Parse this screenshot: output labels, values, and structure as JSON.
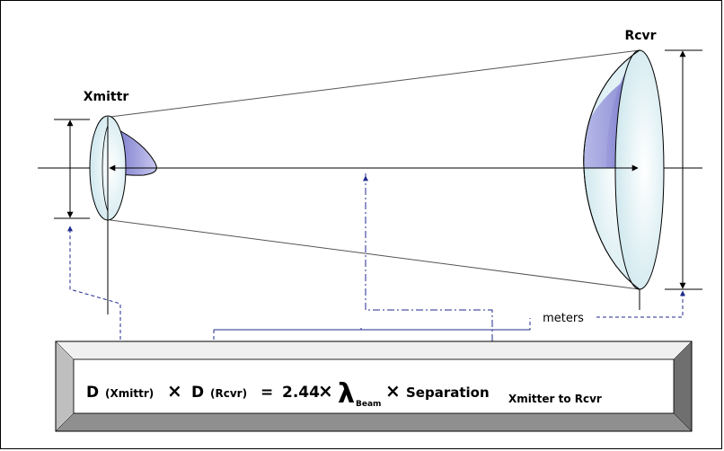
{
  "labels": {
    "transmitter": "Xmittr",
    "receiver": "Rcvr",
    "meters": "meters"
  },
  "formula": {
    "d1": "D",
    "d1_sub": "(Xmittr)",
    "times1": "×",
    "d2": "D",
    "d2_sub": "(Rcvr)",
    "equals": "=",
    "coefficient": "2.44",
    "times2": "×",
    "lambda": "λ",
    "lambda_sub": "Beam",
    "times3": "×",
    "separation": "Separation",
    "separation_sub": "Xmitter to Rcvr"
  },
  "colors": {
    "beam_fill": "#7f7fcf",
    "dish_fill": "#d9eef2",
    "leader": "#1f2a8c",
    "frame_light": "#f0f0f0",
    "frame_dark": "#7a7a7a"
  }
}
